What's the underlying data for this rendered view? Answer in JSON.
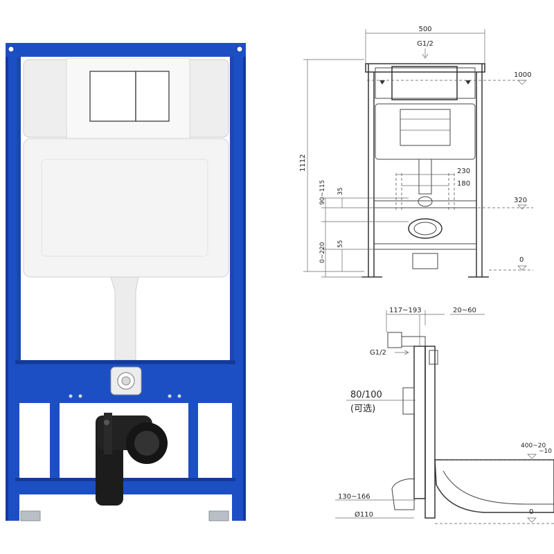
{
  "front": {
    "width": "500",
    "height": "1112",
    "inlet": "G1/2",
    "top_level": "1000",
    "drain_level": "320",
    "floor_level": "0",
    "spacing_outer": "230",
    "spacing_inner": "180",
    "dim_90_115": "90~115",
    "dim_35": "35",
    "dim_0_220": "0~220",
    "dim_55": "55"
  },
  "side": {
    "depth_range": "117~193",
    "wall_gap": "20~60",
    "inlet": "G1/2",
    "option_dim": "80/100",
    "option_note": "(可选)",
    "bowl_height": "400~20\n~10",
    "outlet_range": "130~166",
    "pipe_dia": "Ø110",
    "floor_level": "0"
  },
  "colors": {
    "frame_blue": "#1d4fc4",
    "frame_blue_dark": "#143a99",
    "tank_white": "#f4f4f4",
    "line": "#444444"
  }
}
